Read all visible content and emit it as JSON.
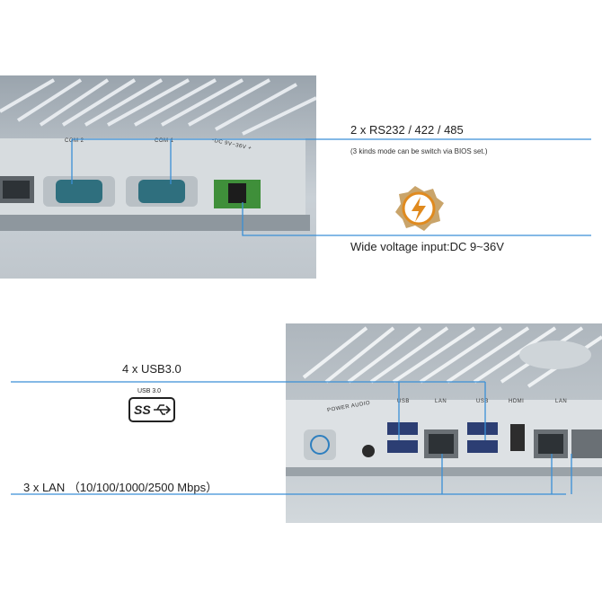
{
  "callouts": {
    "rs232_title": "2 x RS232 / 422 / 485",
    "bios_note": "(3 kinds mode can be switch via BIOS set.)",
    "voltage": "Wide voltage input:DC 9~36V",
    "usb_title": "4 x USB3.0",
    "lan_title": "3 x LAN （10/100/1000/2500 Mbps）"
  },
  "usb_badge": {
    "caption": "USB 3.0",
    "logo": "usb-ss-logo-icon"
  },
  "device_top": {
    "com1": "COM 1",
    "com2": "COM 2",
    "dc_label": "~DC 9V~36V +"
  },
  "device_bottom": {
    "power_audio": "POWER AUDIO",
    "usb_a": "USB",
    "lan_a": "LAN",
    "usb_b": "USB",
    "hdmi": "HDMI",
    "lan_b": "LAN"
  },
  "colors": {
    "callout_line": "#3a8fd6",
    "lightning_orange": "#e08a1e",
    "badge_gold": "#c9a46a"
  }
}
